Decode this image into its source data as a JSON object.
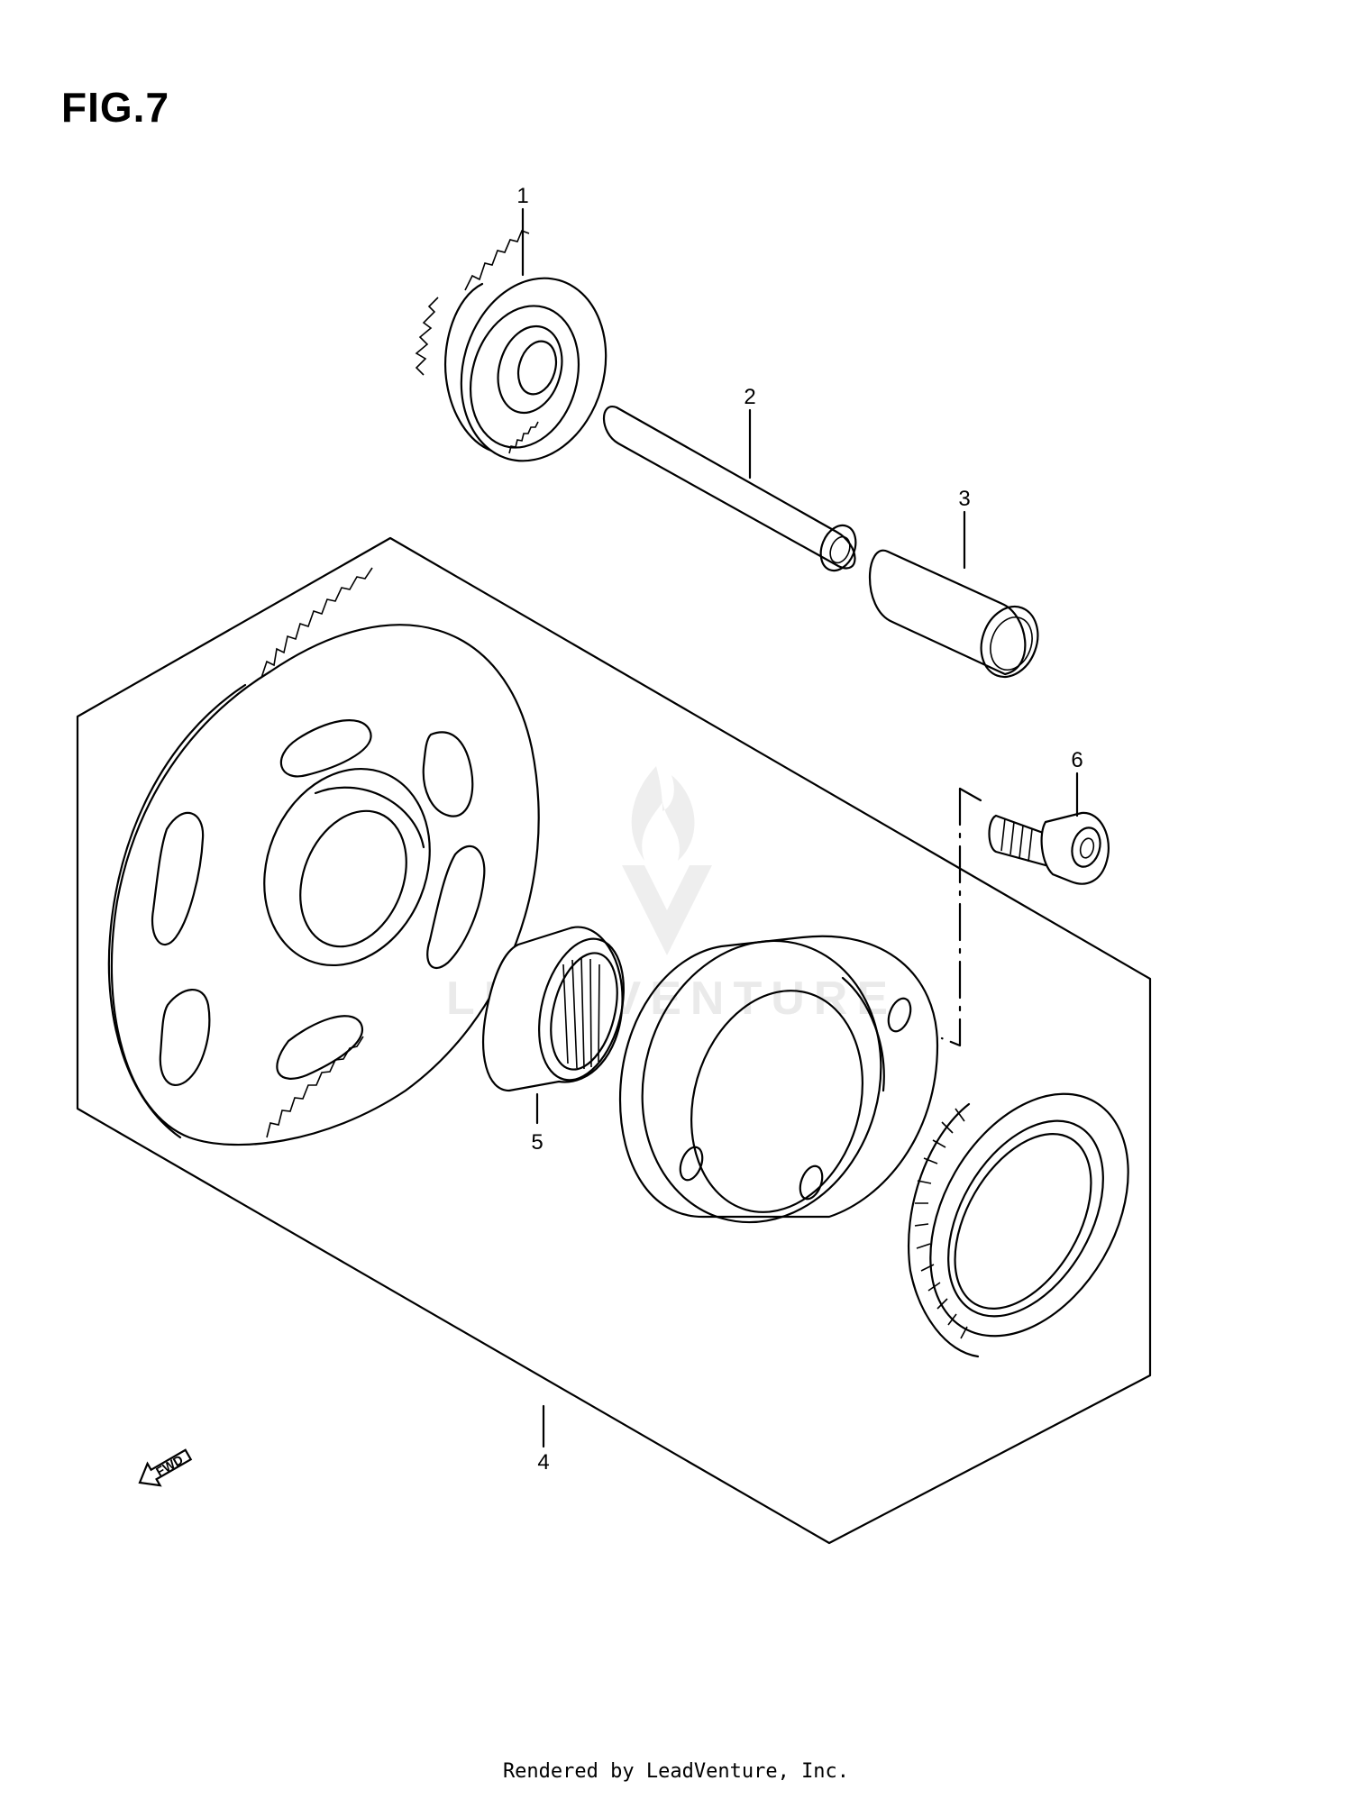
{
  "figure": {
    "title": "FIG.7"
  },
  "callouts": [
    {
      "number": "1"
    },
    {
      "number": "2"
    },
    {
      "number": "3"
    },
    {
      "number": "4"
    },
    {
      "number": "5"
    },
    {
      "number": "6"
    }
  ],
  "direction_indicator": {
    "label": "FWD",
    "icon": "arrow-fwd-icon"
  },
  "watermark": {
    "text": "LEADVENTURE",
    "icon": "flame-logo-icon"
  },
  "footer": {
    "credit": "Rendered by LeadVenture, Inc."
  }
}
